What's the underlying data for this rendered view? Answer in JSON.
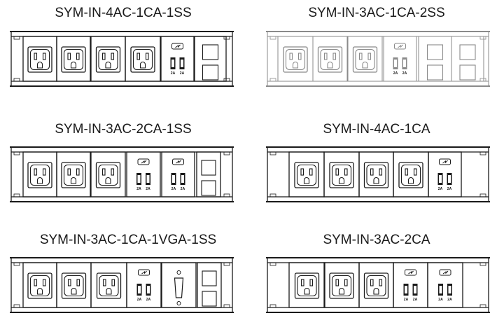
{
  "colors": {
    "line": "#1a1a1a",
    "light_line": "#8a8a8a",
    "background": "#ffffff"
  },
  "panels": [
    {
      "title": "SYM-IN-4AC-1CA-1SS",
      "modules": [
        "ac",
        "ac",
        "ac",
        "ac",
        "usb",
        "switch-2"
      ],
      "style": "dark"
    },
    {
      "title": "SYM-IN-3AC-1CA-2SS",
      "modules": [
        "ac",
        "ac",
        "ac",
        "usb",
        "switch-2",
        "switch-2"
      ],
      "style": "light"
    },
    {
      "title": "SYM-IN-3AC-2CA-1SS",
      "modules": [
        "ac",
        "ac",
        "ac",
        "usb",
        "usb",
        "switch-2"
      ],
      "style": "dark"
    },
    {
      "title": "SYM-IN-4AC-1CA",
      "modules": [
        "ac",
        "ac",
        "ac",
        "ac",
        "usb"
      ],
      "style": "dark"
    },
    {
      "title": "SYM-IN-3AC-1CA-1VGA-1SS",
      "modules": [
        "ac",
        "ac",
        "ac",
        "usb",
        "vga",
        "switch-2"
      ],
      "style": "dark"
    },
    {
      "title": "SYM-IN-3AC-2CA",
      "modules": [
        "ac",
        "ac",
        "ac",
        "usb",
        "usb"
      ],
      "style": "dark"
    }
  ],
  "usb_label": "2A"
}
